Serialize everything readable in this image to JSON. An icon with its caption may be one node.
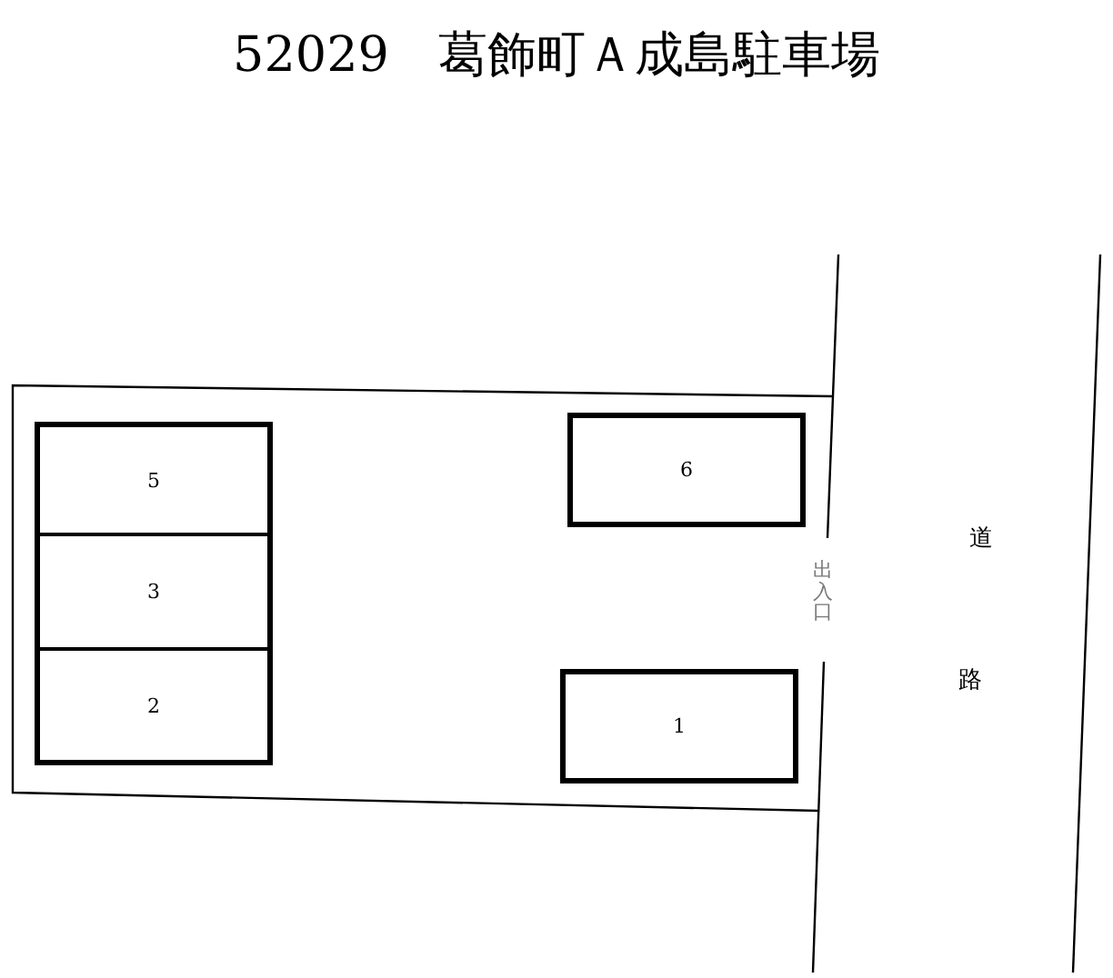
{
  "diagram": {
    "title": "52029　葛飾町Ａ成島駐車場",
    "nodes": [
      {
        "text": [
          "5"
        ]
      },
      {
        "text": [
          "3"
        ]
      },
      {
        "text": [
          "2"
        ]
      },
      {
        "text": [
          "6"
        ]
      },
      {
        "text": [
          "1"
        ]
      }
    ],
    "labels": [
      "出入口",
      "道",
      "路"
    ]
  }
}
